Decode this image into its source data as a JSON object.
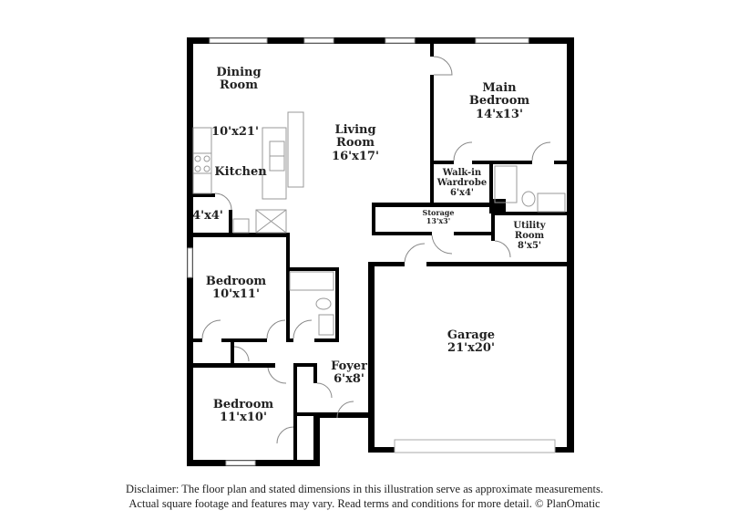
{
  "floor_plan": {
    "rooms": [
      {
        "id": "dining",
        "name": "Dining Room",
        "line1": "Dining",
        "line2": "Room",
        "dims": ""
      },
      {
        "id": "kitchen",
        "name": "Kitchen",
        "dims": "10'x21'"
      },
      {
        "id": "living",
        "line1": "Living",
        "line2": "Room",
        "dims": "16'x17'"
      },
      {
        "id": "main_bedroom",
        "line1": "Main",
        "line2": "Bedroom",
        "dims": "14'x13'"
      },
      {
        "id": "walkin",
        "line1": "Walk-in",
        "line2": "Wardrobe",
        "dims": "6'x4'"
      },
      {
        "id": "storage",
        "name": "Storage",
        "dims": "13'x3'"
      },
      {
        "id": "utility",
        "line1": "Utility",
        "line2": "Room",
        "dims": "8'x5'"
      },
      {
        "id": "pantry",
        "dims": "4'x4'"
      },
      {
        "id": "bedroom2",
        "name": "Bedroom",
        "dims": "10'x11'"
      },
      {
        "id": "bedroom3",
        "name": "Bedroom",
        "dims": "11'x10'"
      },
      {
        "id": "foyer",
        "name": "Foyer",
        "dims": "6'x8'"
      },
      {
        "id": "garage",
        "name": "Garage",
        "dims": "21'x20'"
      }
    ]
  },
  "disclaimer": {
    "line1": "Disclaimer: The floor plan and stated dimensions in this illustration serve as approximate measurements.",
    "line2": "Actual square footage and features may vary. Read terms and conditions for more detail. © PlanOmatic"
  }
}
